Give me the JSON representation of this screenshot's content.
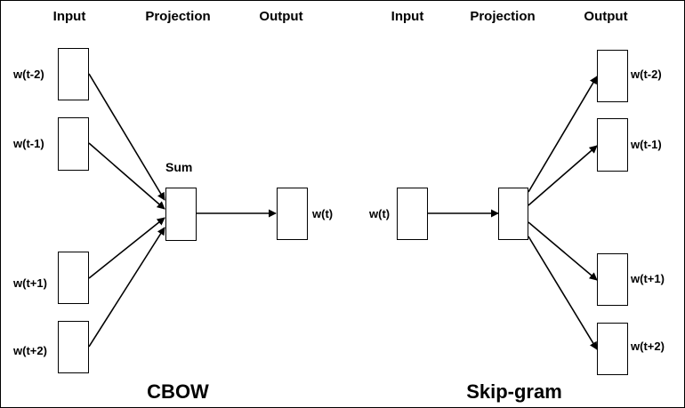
{
  "cbow": {
    "header_input": "Input",
    "header_projection": "Projection",
    "header_output": "Output",
    "inputs": [
      "w(t-2)",
      "w(t-1)",
      "w(t+1)",
      "w(t+2)"
    ],
    "sum_label": "Sum",
    "output": "w(t)",
    "title": "CBOW"
  },
  "skipgram": {
    "header_input": "Input",
    "header_projection": "Projection",
    "header_output": "Output",
    "input": "w(t)",
    "outputs": [
      "w(t-2)",
      "w(t-1)",
      "w(t+1)",
      "w(t+2)"
    ],
    "title": "Skip-gram"
  }
}
